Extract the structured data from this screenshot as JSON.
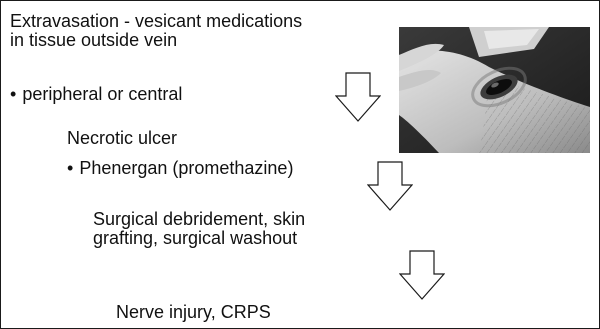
{
  "slide": {
    "title": "Extravasation - vesicant medications in tissue outside vein",
    "bullet_1": "peripheral or central",
    "step_1": "Necrotic ulcer",
    "bullet_2": "Phenergan (promethazine)",
    "step_2": "Surgical debridement, skin grafting, surgical washout",
    "step_3": "Nerve injury, CRPS",
    "bullet_symbol": "•"
  },
  "icons": {
    "arrow": "down-arrow-icon"
  },
  "colors": {
    "text": "#111111",
    "border": "#1a1a1a",
    "background": "#ffffff"
  }
}
